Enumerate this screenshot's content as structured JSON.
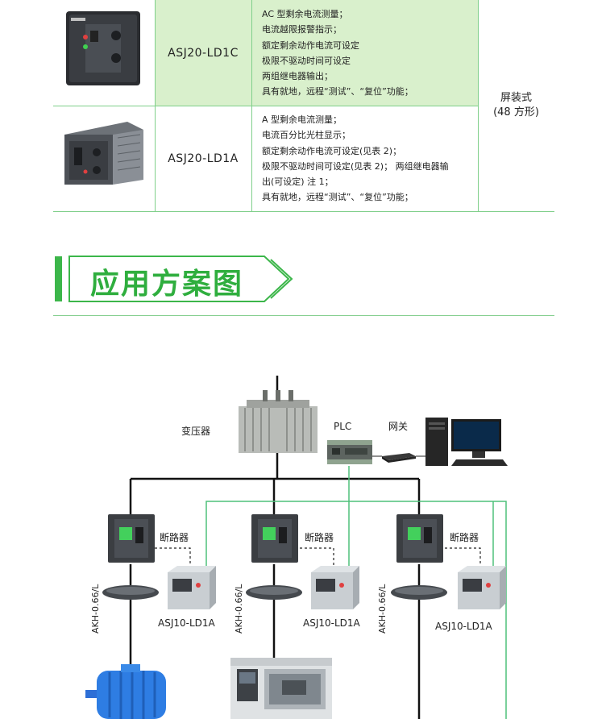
{
  "table": {
    "rows": [
      {
        "model": "ASJ20-LD1C",
        "features": [
          "AC 型剩余电流测量；",
          "电流越限报警指示；",
          "额定剩余动作电流可设定",
          "极限不驱动时间可设定",
          "两组继电器输出；",
          "具有就地，远程“测试”、“复位”功能；"
        ]
      },
      {
        "model": "ASJ20-LD1A",
        "features": [
          "A 型剩余电流测量；",
          "电流百分比光柱显示；",
          "额定剩余动作电流可设定(见表 2)；",
          "极限不驱动时间可设定(见表 2)； 两组继电器输",
          "出(可设定) 注 1；",
          "具有就地，远程“测试”、“复位”功能；"
        ]
      }
    ],
    "mount_line1": "屏装式",
    "mount_line2": "(48 方形)"
  },
  "section": {
    "title": "应用方案图"
  },
  "diagram": {
    "transformer_label": "变压器",
    "plc_label": "PLC",
    "gateway_label": "网关",
    "breaker_label": "断路器",
    "ct_label": "AKH-0.66/L",
    "relay_label": "ASJ10-LD1A"
  },
  "colors": {
    "accent": "#3cb64a",
    "row_highlight": "#d9f0cc",
    "comm_line": "#4fc07a"
  }
}
